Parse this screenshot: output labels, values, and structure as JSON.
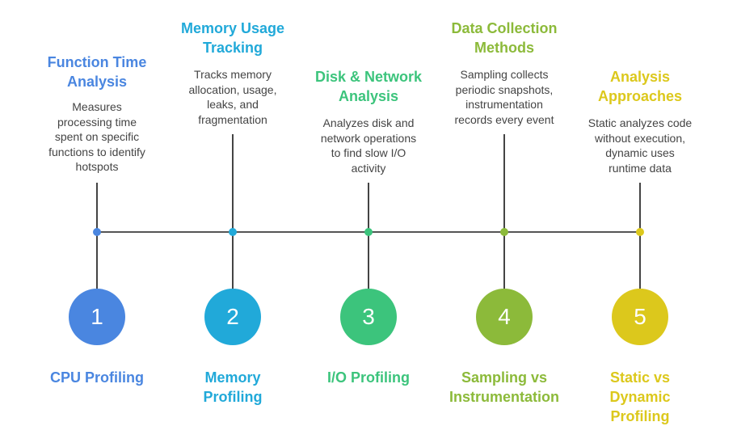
{
  "steps": [
    {
      "number": "1",
      "label": "CPU Profiling",
      "title": "Function Time\nAnalysis",
      "description": "Measures\nprocessing time\nspent on specific\nfunctions to identify\nhotspots",
      "color": "#4a86e0"
    },
    {
      "number": "2",
      "label": "Memory\nProfiling",
      "title": "Memory Usage\nTracking",
      "description": "Tracks memory\nallocation, usage,\nleaks, and\nfragmentation",
      "color": "#21a9d9"
    },
    {
      "number": "3",
      "label": "I/O Profiling",
      "title": "Disk & Network\nAnalysis",
      "description": "Analyzes disk and\nnetwork operations\nto find slow I/O\nactivity",
      "color": "#3cc47c"
    },
    {
      "number": "4",
      "label": "Sampling vs\nInstrumentation",
      "title": "Data Collection\nMethods",
      "description": "Sampling collects\nperiodic snapshots,\ninstrumentation\nrecords every event",
      "color": "#8cba3a"
    },
    {
      "number": "5",
      "label": "Static vs\nDynamic\nProfiling",
      "title": "Analysis\nApproaches",
      "description": "Static analyzes code\nwithout execution,\ndynamic uses\nruntime data",
      "color": "#dcc81c"
    }
  ]
}
